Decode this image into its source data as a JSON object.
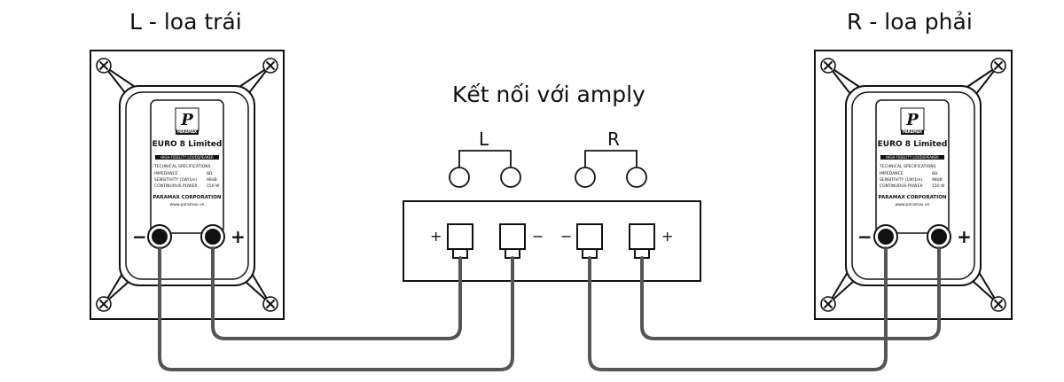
{
  "titles": {
    "left_speaker": "L - loa trái",
    "right_speaker": "R - loa phải",
    "amplifier": "Kết nối với amply"
  },
  "amplifier": {
    "channel_left": "L",
    "channel_right": "R",
    "terminal_signs": [
      "+",
      "−",
      "−",
      "+"
    ]
  },
  "speaker_plate": {
    "logo_brand": "PARAMAX",
    "model": "EURO 8 Limited",
    "tagline": "HIGH FIDELITY LOUDSPEAKER",
    "spec_header": "TECHNICAL SPECIFICATIONS",
    "specs": [
      {
        "label": "IMPEDANCE",
        "value": "8Ω"
      },
      {
        "label": "SENSITIVITY (1W/1m)",
        "value": "98dB"
      },
      {
        "label": "CONTINUOUS POWER",
        "value": "150 W"
      }
    ],
    "company": "PARAMAX CORPORATION",
    "website": "www.paramax.vn"
  },
  "speaker_terminals": {
    "minus": "−",
    "plus": "+"
  },
  "colors": {
    "outline": "#111111",
    "cable": "#555555",
    "plate_bg": "#ffffff",
    "panel_bg": "#ffffff"
  }
}
